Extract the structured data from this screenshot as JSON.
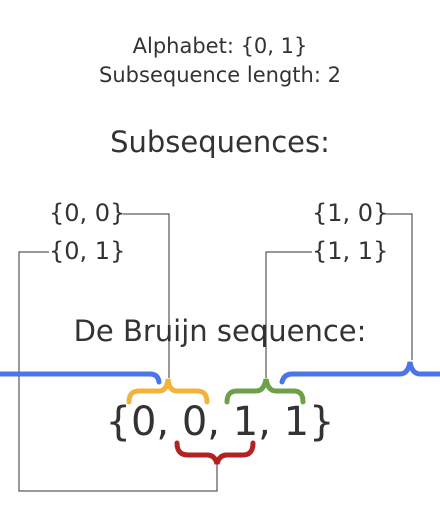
{
  "header": {
    "alphabet_line": "Alphabet: {0, 1}",
    "length_line": "Subsequence length: 2"
  },
  "subsequences": {
    "title": "Subsequences:",
    "items": {
      "s00": "{0, 0}",
      "s01": "{0, 1}",
      "s10": "{1, 0}",
      "s11": "{1, 1}"
    }
  },
  "debruijn": {
    "title": "De Bruijn sequence:",
    "sequence": "{0, 0, 1, 1}"
  },
  "colors": {
    "text": "#333333",
    "connector": "#333333",
    "brace_00": "#f2b33d",
    "brace_01": "#b22222",
    "brace_10": "#4a74e8",
    "brace_11": "#6ea04a"
  }
}
